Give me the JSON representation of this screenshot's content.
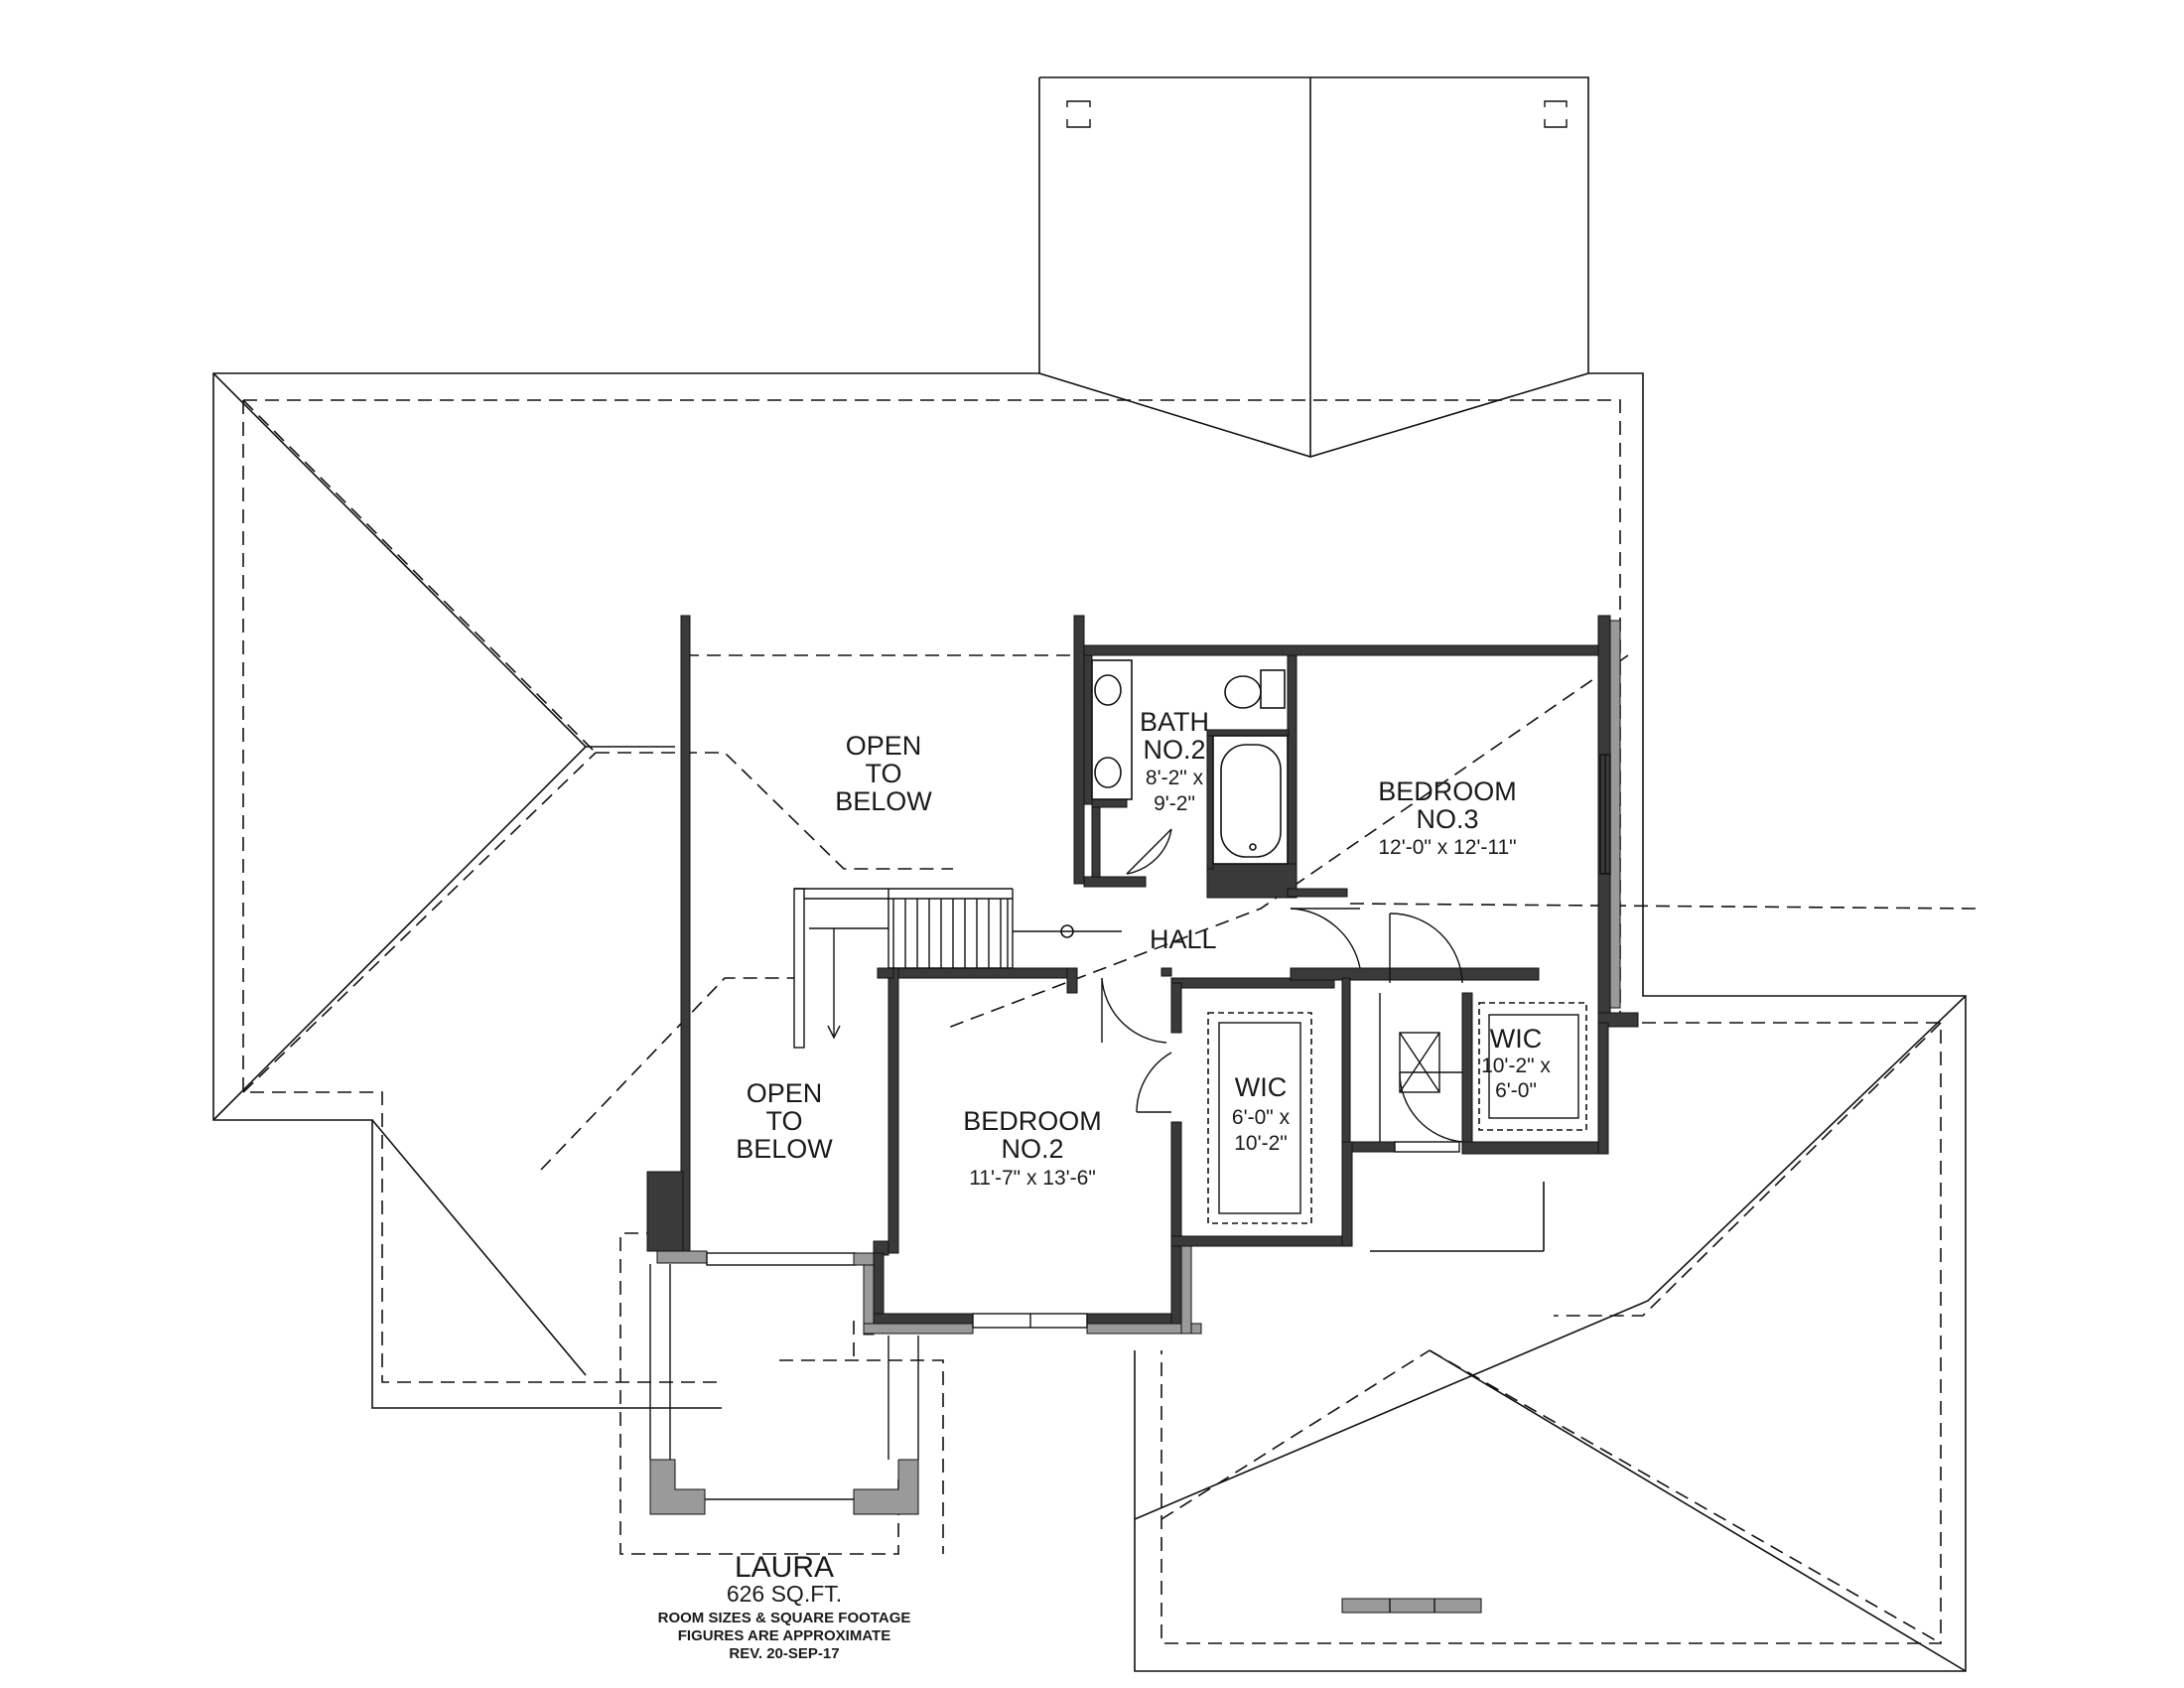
{
  "plan": {
    "name": "LAURA",
    "area": "626 SQ.FT.",
    "note_line1": "ROOM SIZES & SQUARE FOOTAGE",
    "note_line2": "FIGURES ARE APPROXIMATE",
    "revision": "REV. 20-SEP-17"
  },
  "rooms": {
    "open_to_below_upper": {
      "line1": "OPEN",
      "line2": "TO",
      "line3": "BELOW"
    },
    "open_to_below_lower": {
      "line1": "OPEN",
      "line2": "TO",
      "line3": "BELOW"
    },
    "bath2": {
      "name1": "BATH",
      "name2": "NO.2",
      "dim1": "8'-2\" x",
      "dim2": "9'-2\""
    },
    "bedroom3": {
      "name1": "BEDROOM",
      "name2": "NO.3",
      "dim": "12'-0\" x 12'-11\""
    },
    "hall": {
      "name": "HALL"
    },
    "bedroom2": {
      "name1": "BEDROOM",
      "name2": "NO.2",
      "dim": "11'-7\" x 13'-6\""
    },
    "wic_center": {
      "name": "WIC",
      "dim1": "6'-0\" x",
      "dim2": "10'-2\""
    },
    "wic_right": {
      "name": "WIC",
      "dim1": "10'-2\" x",
      "dim2": "6'-0\""
    }
  }
}
